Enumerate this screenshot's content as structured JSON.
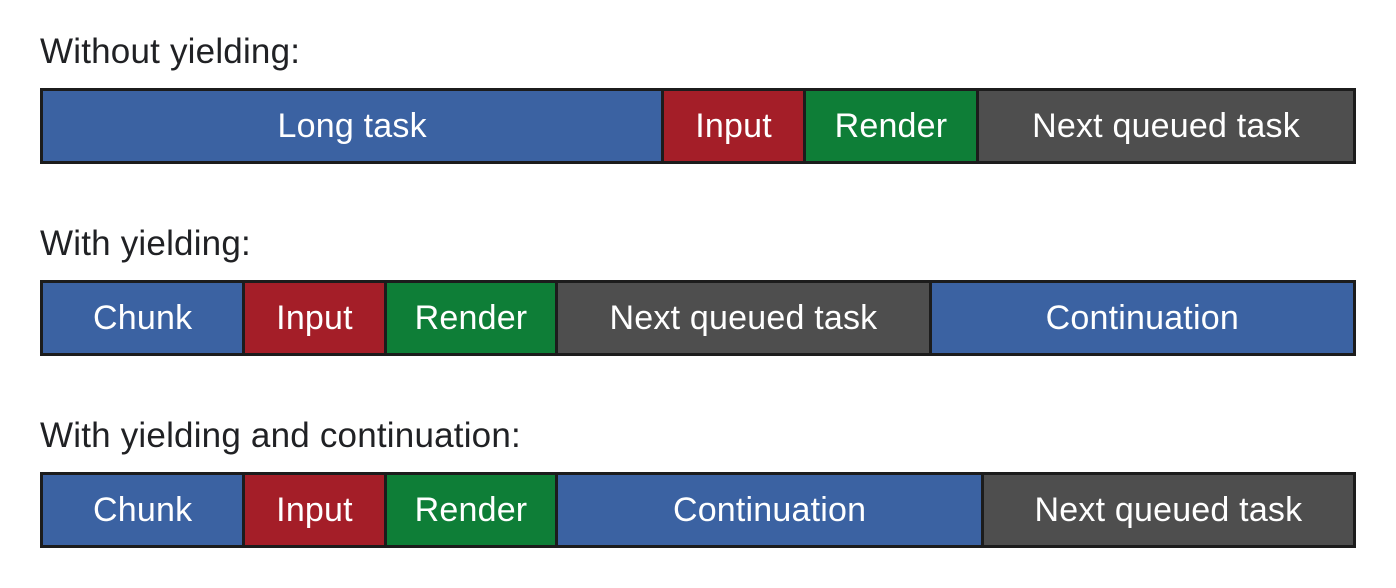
{
  "figure": {
    "description": "Task timeline diagram comparing main-thread scheduling strategies",
    "background": "#ffffff"
  },
  "colors": {
    "blue": "#3B62A2",
    "red": "#A41E28",
    "green": "#0E7E37",
    "gray": "#4E4E4E",
    "border": "#1C1C1C",
    "label_text": "#202124",
    "segment_text": "#FFFFFF"
  },
  "rows": [
    {
      "label": "Without yielding:",
      "segments": [
        {
          "label": "Long task",
          "color": "blue",
          "weight": 625
        },
        {
          "label": "Input",
          "color": "red",
          "weight": 140
        },
        {
          "label": "Render",
          "color": "green",
          "weight": 172
        },
        {
          "label": "Next queued task",
          "color": "gray",
          "weight": 378
        }
      ]
    },
    {
      "label": "With yielding:",
      "segments": [
        {
          "label": "Chunk",
          "color": "blue",
          "weight": 202
        },
        {
          "label": "Input",
          "color": "red",
          "weight": 140
        },
        {
          "label": "Render",
          "color": "green",
          "weight": 171
        },
        {
          "label": "Next queued task",
          "color": "gray",
          "weight": 375
        },
        {
          "label": "Continuation",
          "color": "blue",
          "weight": 427
        }
      ]
    },
    {
      "label": "With yielding and continuation:",
      "segments": [
        {
          "label": "Chunk",
          "color": "blue",
          "weight": 202
        },
        {
          "label": "Input",
          "color": "red",
          "weight": 140
        },
        {
          "label": "Render",
          "color": "green",
          "weight": 171
        },
        {
          "label": "Continuation",
          "color": "blue",
          "weight": 428
        },
        {
          "label": "Next queued task",
          "color": "gray",
          "weight": 374
        }
      ]
    }
  ]
}
